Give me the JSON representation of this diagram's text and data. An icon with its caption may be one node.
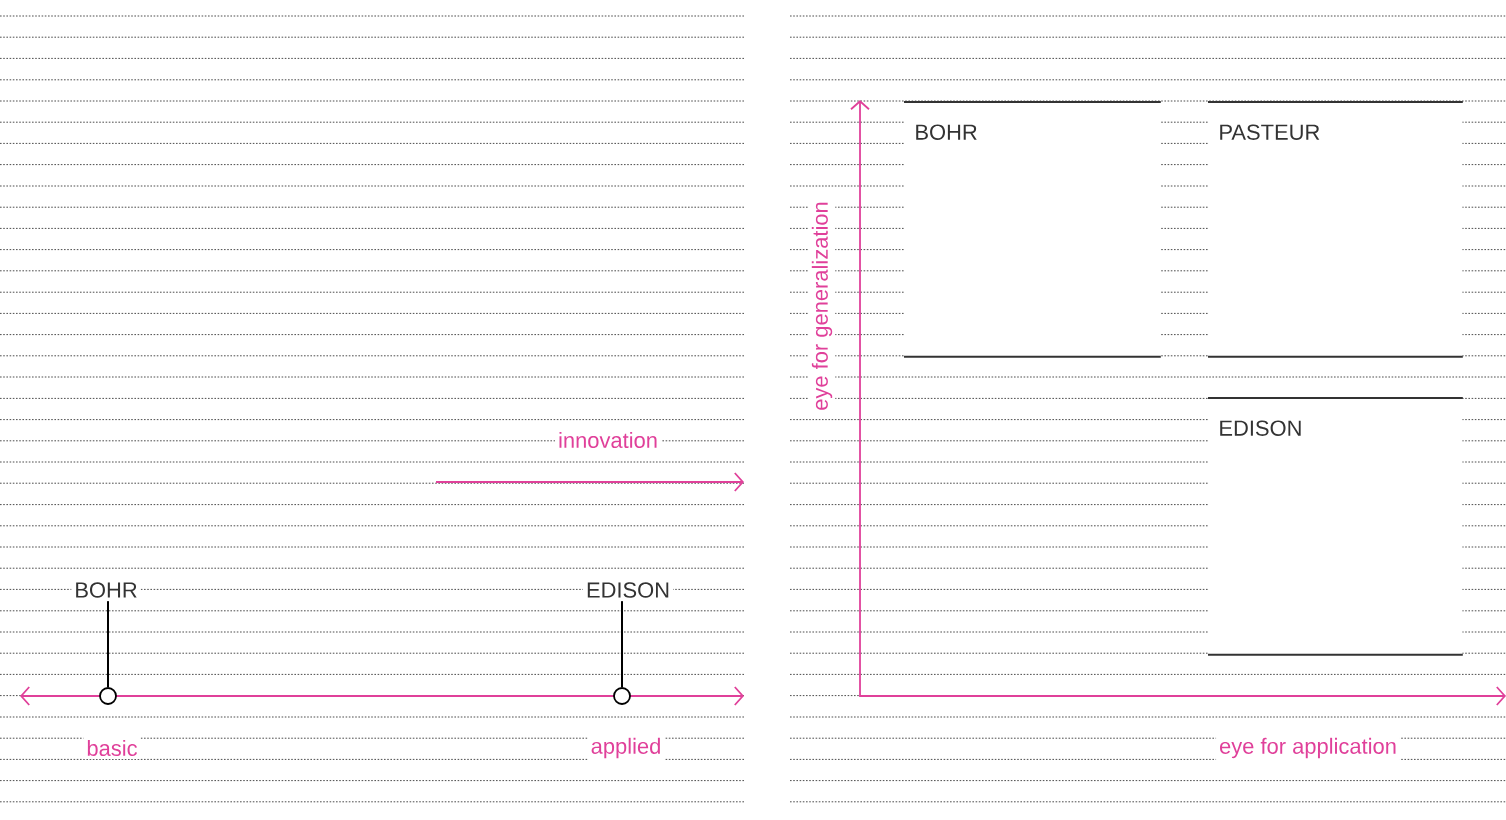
{
  "diagram": {
    "nodes": [
      {
        "text": [
          "BOHR"
        ]
      },
      {
        "text": [
          "EDISON"
        ]
      },
      {
        "text": [],
        "shape": "circle"
      },
      {
        "text": [],
        "shape": "circle"
      },
      {
        "text": [
          "BOHR"
        ]
      },
      {
        "text": [
          "PASTEUR"
        ]
      },
      {
        "text": [
          "EDISON"
        ]
      }
    ],
    "edges": [
      {
        "from": 0,
        "to": 2,
        "arrow": "none"
      },
      {
        "from": 1,
        "to": 3,
        "arrow": "none"
      }
    ],
    "labels": [
      "innovation",
      "basic",
      "applied",
      "eye for generalization",
      "eye for application"
    ]
  }
}
